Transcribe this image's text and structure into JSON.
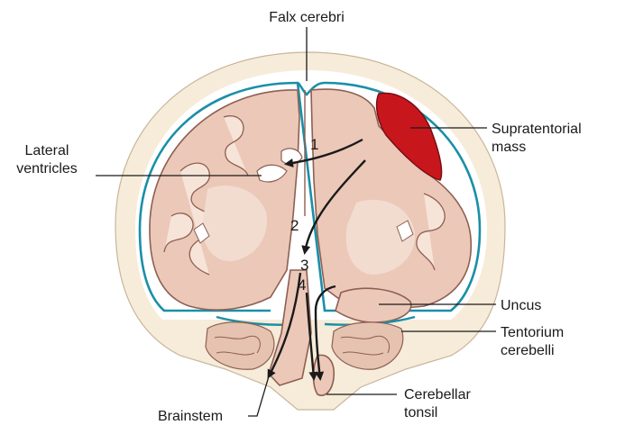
{
  "labels": {
    "falx": "Falx cerebri",
    "lateral_1": "Lateral",
    "lateral_2": "ventricles",
    "mass_1": "Supratentorial",
    "mass_2": "mass",
    "uncus": "Uncus",
    "tentorium_1": "Tentorium",
    "tentorium_2": "cerebelli",
    "brainstem": "Brainstem",
    "tonsil_1": "Cerebellar",
    "tonsil_2": "tonsil"
  },
  "herniation_steps": [
    "1",
    "2",
    "3",
    "4"
  ],
  "colors": {
    "mass": "#c8161d",
    "dura": "#1a8fa8",
    "brain": "#ebc8b8",
    "skull": "#f6ecd9"
  }
}
